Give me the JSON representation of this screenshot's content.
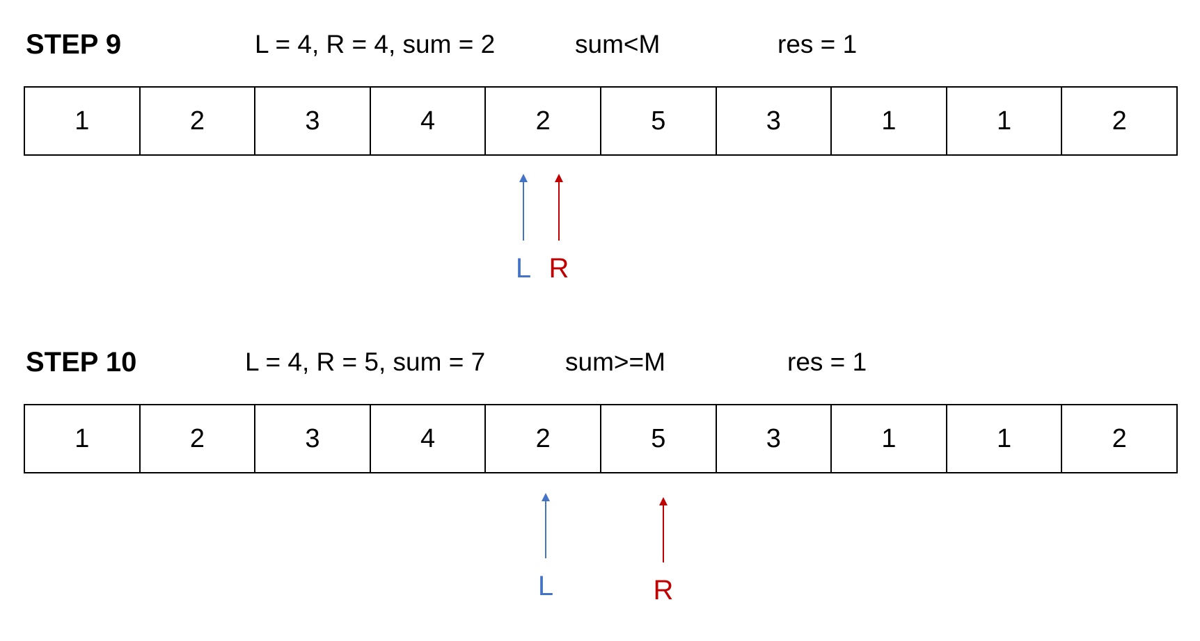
{
  "colors": {
    "left_pointer": "#4472C4",
    "right_pointer": "#C00000",
    "border": "#000000"
  },
  "steps": [
    {
      "label": "STEP 9",
      "state": "L = 4, R = 4, sum = 2",
      "condition": "sum<M",
      "result": "res = 1",
      "array": [
        "1",
        "2",
        "3",
        "4",
        "2",
        "5",
        "3",
        "1",
        "1",
        "2"
      ],
      "left_index": 4,
      "right_index": 4,
      "left_label": "L",
      "right_label": "R"
    },
    {
      "label": "STEP 10",
      "state": "L = 4, R = 5, sum = 7",
      "condition": "sum>=M",
      "result": "res = 1",
      "array": [
        "1",
        "2",
        "3",
        "4",
        "2",
        "5",
        "3",
        "1",
        "1",
        "2"
      ],
      "left_index": 4,
      "right_index": 5,
      "left_label": "L",
      "right_label": "R"
    }
  ]
}
